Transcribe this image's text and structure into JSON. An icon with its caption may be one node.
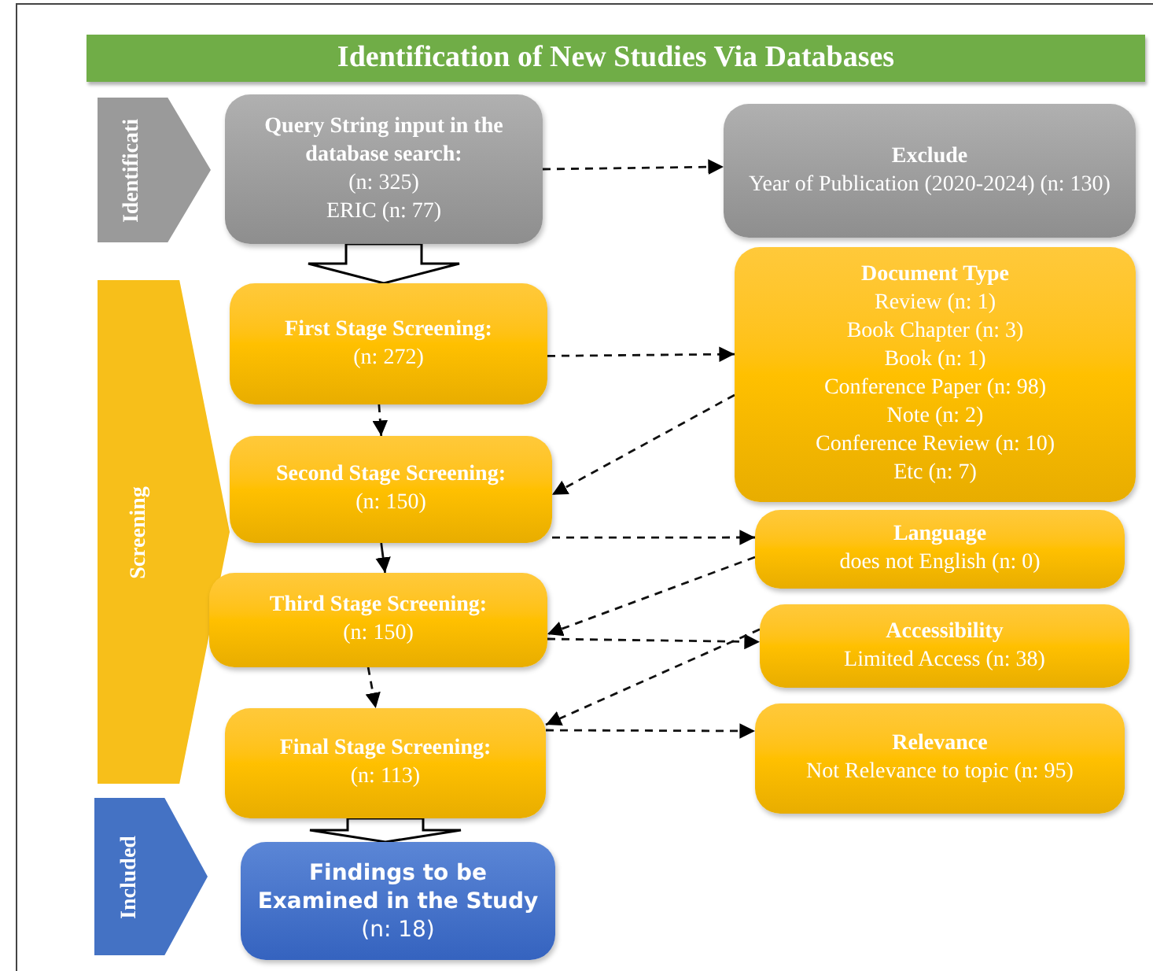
{
  "diagram": {
    "title": "Identification of New Studies Via Databases",
    "nodes": [
      {
        "text": [
          "Identificati"
        ]
      },
      {
        "text": [
          "Query String input in the database search:",
          "(n: 325)",
          "ERIC (n: 77)"
        ]
      },
      {
        "text": [
          "Exclude",
          "Year of Publication (2020-2024) (n: 130)"
        ]
      },
      {
        "text": [
          "Screening"
        ]
      },
      {
        "text": [
          "First Stage Screening:",
          "(n: 272)"
        ]
      },
      {
        "text": [
          "Document Type",
          "Review (n: 1)",
          "Book Chapter (n: 3)",
          "Book (n: 1)",
          "Conference Paper (n: 98)",
          "Note (n: 2)",
          "Conference Review (n: 10)",
          "Etc (n: 7)"
        ]
      },
      {
        "text": [
          "Second Stage Screening:",
          "(n: 150)"
        ]
      },
      {
        "text": [
          "Language",
          "does not English (n: 0)"
        ]
      },
      {
        "text": [
          "Third Stage Screening:",
          "(n: 150)"
        ]
      },
      {
        "text": [
          "Accessibility",
          "Limited Access (n: 38)"
        ]
      },
      {
        "text": [
          "Final Stage Screening:",
          "(n: 113)"
        ]
      },
      {
        "text": [
          "Relevance",
          "Not Relevance to topic (n: 95)"
        ]
      },
      {
        "text": [
          "Included"
        ]
      },
      {
        "text": [
          "Findings to be Examined in the Study",
          "(n: 18)"
        ]
      }
    ],
    "edges": [
      {
        "from": 1,
        "to": 2,
        "arrow": "to",
        "style": "dashed"
      },
      {
        "from": 1,
        "to": 4,
        "arrow": "to",
        "style": "thick"
      },
      {
        "from": 4,
        "to": 5,
        "arrow": "to",
        "style": "dashed"
      },
      {
        "from": 5,
        "to": 6,
        "arrow": "to",
        "style": "dashed"
      },
      {
        "from": 4,
        "to": 6,
        "arrow": "to",
        "style": "dashed"
      },
      {
        "from": 6,
        "to": 7,
        "arrow": "to",
        "style": "dashed"
      },
      {
        "from": 7,
        "to": 8,
        "arrow": "to",
        "style": "dashed"
      },
      {
        "from": 6,
        "to": 8,
        "arrow": "to"
      },
      {
        "from": 8,
        "to": 9,
        "arrow": "to",
        "style": "dashed"
      },
      {
        "from": 9,
        "to": 10,
        "arrow": "to",
        "style": "dashed"
      },
      {
        "from": 8,
        "to": 10,
        "arrow": "to",
        "style": "dashed"
      },
      {
        "from": 10,
        "to": 11,
        "arrow": "to",
        "style": "dashed"
      },
      {
        "from": 10,
        "to": 13,
        "arrow": "to",
        "style": "thick"
      }
    ]
  }
}
